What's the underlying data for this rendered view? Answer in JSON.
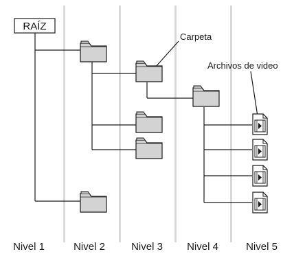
{
  "root_label": "RAÍZ",
  "callouts": {
    "folder": "Carpeta",
    "video_files": "Archivos de video"
  },
  "levels": [
    "Nivel 1",
    "Nivel 2",
    "Nivel 3",
    "Nivel 4",
    "Nivel 5"
  ],
  "colors": {
    "column_divider": "#d9d9d9",
    "line": "#1a1a1a",
    "folder_fill": "#d3d3d3",
    "folder_back": "#bdbdbd"
  }
}
